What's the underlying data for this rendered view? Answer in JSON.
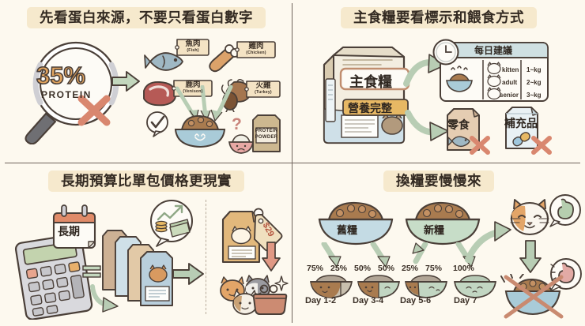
{
  "meta": {
    "kind": "infographic",
    "language": "zh-Hant",
    "background_color": "#fdf9ef",
    "ink_color": "#4a3f38",
    "title_band_color": "#f6e9cd",
    "accent_green": "#b8cdb4",
    "accent_orange": "#e0a35e",
    "accent_red": "#d9876f"
  },
  "panels": [
    {
      "id": "protein-source",
      "title": "先看蛋白來源，不要只看蛋白數字",
      "magnifier": {
        "percent": "35%",
        "sublabel": "PROTEIN",
        "mark": "cross"
      },
      "protein_sources": [
        {
          "cn": "魚肉",
          "en": "(Fish)"
        },
        {
          "cn": "雞肉",
          "en": "(Chicken)"
        },
        {
          "cn": "鹿肉",
          "en": "(Venison)"
        },
        {
          "cn": "火雞",
          "en": "(Turkey)"
        }
      ],
      "bowl_mark": "check",
      "powder": {
        "line1": "PROTEIN",
        "line2": "POWDER",
        "mark": "question"
      }
    },
    {
      "id": "staple-food-label",
      "title": "主食糧要看標示和餵食方式",
      "bag": {
        "main_label": "主食糧",
        "sub_label": "營養完整"
      },
      "daily_table": {
        "header": "每日建議",
        "rows": [
          {
            "stage": "kitten",
            "amount": "1~kg"
          },
          {
            "stage": "adult",
            "amount": "2~kg"
          },
          {
            "stage": "senior",
            "amount": "3~kg"
          }
        ]
      },
      "not_staple": [
        {
          "label": "零食",
          "icon": "fish-icon",
          "mark": "cross"
        },
        {
          "label": "補充品",
          "icon": "capsule-icon",
          "mark": "cross"
        }
      ]
    },
    {
      "id": "long-term-budget",
      "title": "長期預算比單包價格更現實",
      "calendar_label": "長期",
      "price_tag": "$29",
      "icons": [
        "calculator-icon",
        "money-icon",
        "growth-arrow-icon",
        "cat-trio-icon",
        "purse-icon"
      ]
    },
    {
      "id": "food-transition",
      "title": "換糧要慢慢來",
      "bowls": [
        {
          "label": "舊糧",
          "color": "#c4dbe4"
        },
        {
          "label": "新糧",
          "color": "#c7ddc8"
        }
      ],
      "schedule": [
        {
          "old": "75%",
          "new": "25%",
          "day": "Day 1-2"
        },
        {
          "old": "50%",
          "new": "50%",
          "day": "Day 3-4"
        },
        {
          "old": "25%",
          "new": "75%",
          "day": "Day 5-6"
        },
        {
          "old": "100%",
          "new": "",
          "day": "Day 7"
        }
      ],
      "outcome": {
        "good_icon": "happy-cat-icon",
        "good_stomach": "healthy-stomach-icon",
        "bad_stomach": "upset-stomach-icon",
        "bad_bowl_mark": "cross"
      }
    }
  ]
}
